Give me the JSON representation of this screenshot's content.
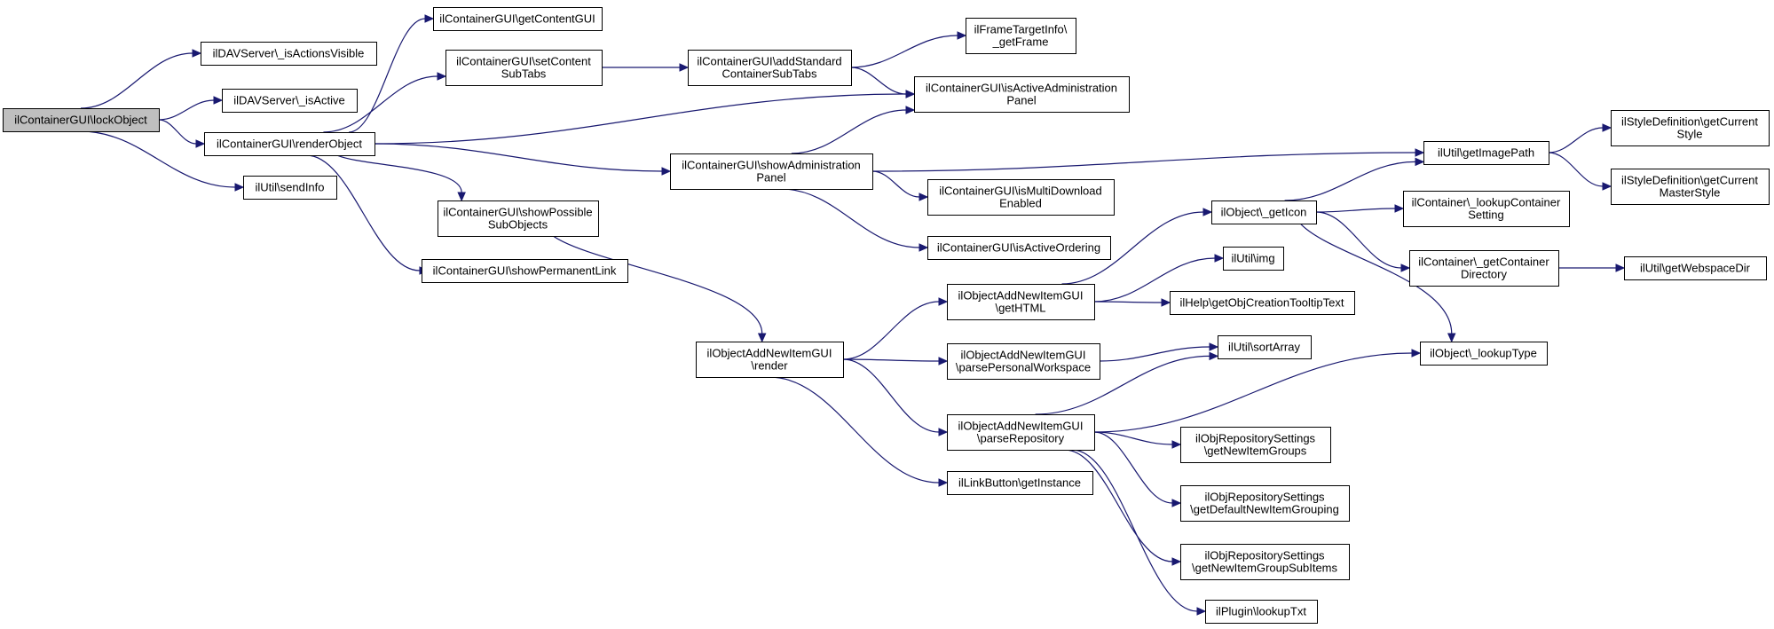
{
  "diagram": {
    "type": "call-graph",
    "nodes": [
      {
        "id": "root",
        "lines": [
          "ilContainerGUI\\lockObject"
        ],
        "highlight": true
      },
      {
        "id": "davActions",
        "lines": [
          "ilDAVServer\\_isActionsVisible"
        ]
      },
      {
        "id": "davActive",
        "lines": [
          "ilDAVServer\\_isActive"
        ]
      },
      {
        "id": "render",
        "lines": [
          "ilContainerGUI\\renderObject"
        ]
      },
      {
        "id": "sendInfo",
        "lines": [
          "ilUtil\\sendInfo"
        ]
      },
      {
        "id": "getContent",
        "lines": [
          "ilContainerGUI\\getContentGUI"
        ]
      },
      {
        "id": "setContentSub",
        "lines": [
          "ilContainerGUI\\setContent",
          "SubTabs"
        ]
      },
      {
        "id": "showAdmin",
        "lines": [
          "ilContainerGUI\\showAdministration",
          "Panel"
        ]
      },
      {
        "id": "showPossible",
        "lines": [
          "ilContainerGUI\\showPossible",
          "SubObjects"
        ]
      },
      {
        "id": "showPerma",
        "lines": [
          "ilContainerGUI\\showPermanentLink"
        ]
      },
      {
        "id": "addStd",
        "lines": [
          "ilContainerGUI\\addStandard",
          "ContainerSubTabs"
        ]
      },
      {
        "id": "frameTarget",
        "lines": [
          "ilFrameTargetInfo\\",
          "_getFrame"
        ]
      },
      {
        "id": "isActiveAdmin",
        "lines": [
          "ilContainerGUI\\isActiveAdministration",
          "Panel"
        ]
      },
      {
        "id": "isMulti",
        "lines": [
          "ilContainerGUI\\isMultiDownload",
          "Enabled"
        ]
      },
      {
        "id": "isActiveOrd",
        "lines": [
          "ilContainerGUI\\isActiveOrdering"
        ]
      },
      {
        "id": "imagePath",
        "lines": [
          "ilUtil\\getImagePath"
        ]
      },
      {
        "id": "styleCur",
        "lines": [
          "ilStyleDefinition\\getCurrent",
          "Style"
        ]
      },
      {
        "id": "styleMaster",
        "lines": [
          "ilStyleDefinition\\getCurrent",
          "MasterStyle"
        ]
      },
      {
        "id": "newItemRender",
        "lines": [
          "ilObjectAddNewItemGUI",
          "\\render"
        ]
      },
      {
        "id": "getHTML",
        "lines": [
          "ilObjectAddNewItemGUI",
          "\\getHTML"
        ]
      },
      {
        "id": "parsePersonal",
        "lines": [
          "ilObjectAddNewItemGUI",
          "\\parsePersonalWorkspace"
        ]
      },
      {
        "id": "parseRepo",
        "lines": [
          "ilObjectAddNewItemGUI",
          "\\parseRepository"
        ]
      },
      {
        "id": "linkBtn",
        "lines": [
          "ilLinkButton\\getInstance"
        ]
      },
      {
        "id": "getIcon",
        "lines": [
          "ilObject\\_getIcon"
        ]
      },
      {
        "id": "img",
        "lines": [
          "ilUtil\\img"
        ]
      },
      {
        "id": "tooltip",
        "lines": [
          "ilHelp\\getObjCreationTooltipText"
        ]
      },
      {
        "id": "sortArray",
        "lines": [
          "ilUtil\\sortArray"
        ]
      },
      {
        "id": "lookupCont",
        "lines": [
          "ilContainer\\_lookupContainer",
          "Setting"
        ]
      },
      {
        "id": "getContDir",
        "lines": [
          "ilContainer\\_getContainer",
          "Directory"
        ]
      },
      {
        "id": "webspace",
        "lines": [
          "ilUtil\\getWebspaceDir"
        ]
      },
      {
        "id": "lookupType",
        "lines": [
          "ilObject\\_lookupType"
        ]
      },
      {
        "id": "repoGroups",
        "lines": [
          "ilObjRepositorySettings",
          "\\getNewItemGroups"
        ]
      },
      {
        "id": "repoDefault",
        "lines": [
          "ilObjRepositorySettings",
          "\\getDefaultNewItemGrouping"
        ]
      },
      {
        "id": "repoSub",
        "lines": [
          "ilObjRepositorySettings",
          "\\getNewItemGroupSubItems"
        ]
      },
      {
        "id": "plugin",
        "lines": [
          "ilPlugin\\lookupTxt"
        ]
      }
    ],
    "edges": [
      {
        "from": "root",
        "to": "davActions"
      },
      {
        "from": "root",
        "to": "davActive"
      },
      {
        "from": "root",
        "to": "render"
      },
      {
        "from": "root",
        "to": "sendInfo"
      },
      {
        "from": "render",
        "to": "getContent"
      },
      {
        "from": "render",
        "to": "setContentSub"
      },
      {
        "from": "render",
        "to": "isActiveAdmin"
      },
      {
        "from": "render",
        "to": "showAdmin"
      },
      {
        "from": "render",
        "to": "showPossible"
      },
      {
        "from": "render",
        "to": "showPerma"
      },
      {
        "from": "setContentSub",
        "to": "addStd"
      },
      {
        "from": "addStd",
        "to": "frameTarget"
      },
      {
        "from": "addStd",
        "to": "isActiveAdmin"
      },
      {
        "from": "showAdmin",
        "to": "isActiveAdmin"
      },
      {
        "from": "showAdmin",
        "to": "imagePath"
      },
      {
        "from": "showAdmin",
        "to": "isMulti"
      },
      {
        "from": "showAdmin",
        "to": "isActiveOrd"
      },
      {
        "from": "imagePath",
        "to": "styleCur"
      },
      {
        "from": "imagePath",
        "to": "styleMaster"
      },
      {
        "from": "showPossible",
        "to": "newItemRender"
      },
      {
        "from": "newItemRender",
        "to": "getHTML"
      },
      {
        "from": "newItemRender",
        "to": "parsePersonal"
      },
      {
        "from": "newItemRender",
        "to": "parseRepo"
      },
      {
        "from": "newItemRender",
        "to": "linkBtn"
      },
      {
        "from": "getHTML",
        "to": "getIcon"
      },
      {
        "from": "getHTML",
        "to": "img"
      },
      {
        "from": "getHTML",
        "to": "tooltip"
      },
      {
        "from": "parsePersonal",
        "to": "sortArray"
      },
      {
        "from": "parseRepo",
        "to": "sortArray"
      },
      {
        "from": "parseRepo",
        "to": "lookupType"
      },
      {
        "from": "parseRepo",
        "to": "repoGroups"
      },
      {
        "from": "parseRepo",
        "to": "repoDefault"
      },
      {
        "from": "parseRepo",
        "to": "repoSub"
      },
      {
        "from": "parseRepo",
        "to": "plugin"
      },
      {
        "from": "getIcon",
        "to": "imagePath"
      },
      {
        "from": "getIcon",
        "to": "lookupCont"
      },
      {
        "from": "getIcon",
        "to": "getContDir"
      },
      {
        "from": "getIcon",
        "to": "lookupType"
      },
      {
        "from": "getContDir",
        "to": "webspace"
      }
    ]
  }
}
